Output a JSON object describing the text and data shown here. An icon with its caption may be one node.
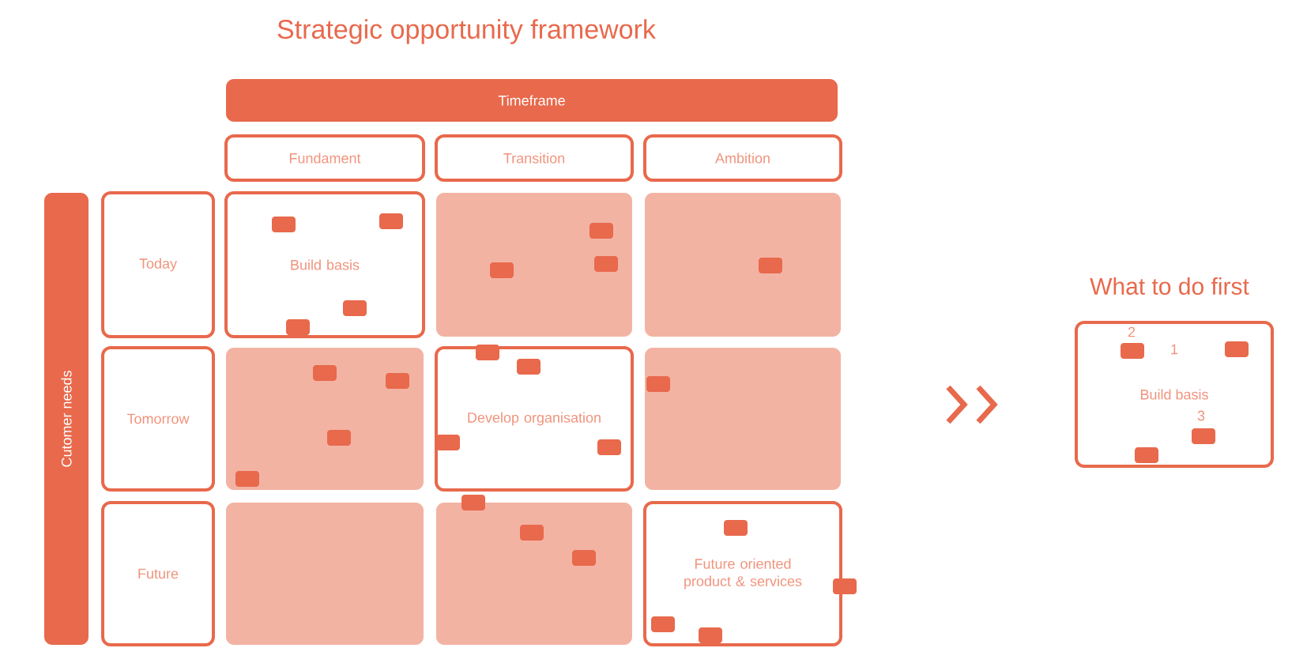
{
  "diagram": {
    "title": "Strategic opportunity framework",
    "nodes": [
      {
        "text": [
          "Timeframe"
        ]
      },
      {
        "text": [
          "Fundament"
        ]
      },
      {
        "text": [
          "Transition"
        ]
      },
      {
        "text": [
          "Ambition"
        ]
      },
      {
        "text": [
          "Cutomer needs"
        ]
      },
      {
        "text": [
          "Today"
        ]
      },
      {
        "text": [
          "Tomorrow"
        ]
      },
      {
        "text": [
          "Future"
        ]
      },
      {
        "text": [
          "Build basis"
        ]
      },
      {
        "text": [],
        "shape": "box"
      },
      {
        "text": [],
        "shape": "box"
      },
      {
        "text": [],
        "shape": "box"
      },
      {
        "text": [
          "Develop organisation"
        ]
      },
      {
        "text": [],
        "shape": "box"
      },
      {
        "text": [],
        "shape": "box"
      },
      {
        "text": [],
        "shape": "box"
      },
      {
        "text": [
          "Future oriented product & services"
        ]
      },
      {
        "text": [
          "What to do first",
          "Build basis"
        ]
      }
    ],
    "labels": [
      "2",
      "1",
      "3"
    ]
  }
}
